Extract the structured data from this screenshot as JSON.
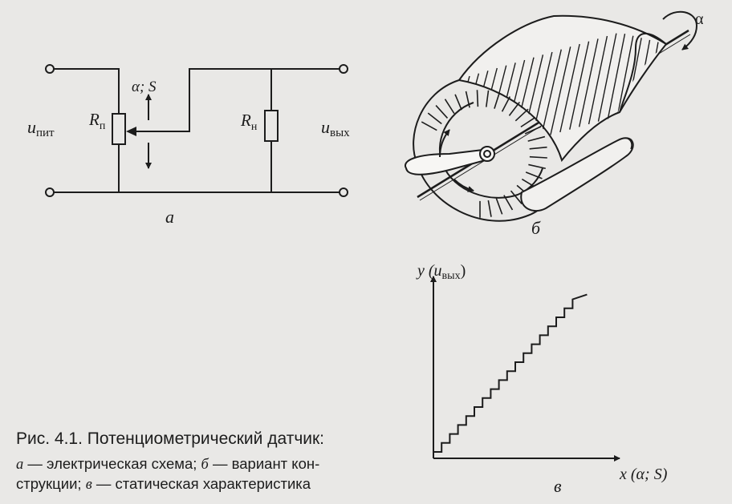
{
  "figure": {
    "circuit": {
      "supply_label": "u",
      "supply_sub": "пит",
      "slider_label": "α; S",
      "pot_label": "R",
      "pot_sub": "п",
      "load_label": "R",
      "load_sub": "н",
      "output_label": "u",
      "output_sub": "вых",
      "panel_letter": "а"
    },
    "construction": {
      "rotation_label": "α",
      "panel_letter": "б"
    },
    "characteristic": {
      "y_axis_label": "y (u",
      "y_axis_sub": "вых",
      "y_axis_close": ")",
      "x_axis_label": "x (α; S)",
      "panel_letter": "в"
    }
  },
  "caption": {
    "title": "Рис. 4.1. Потенциометрический датчик:",
    "line1_a": "а",
    "line1_text": " — электрическая схема; ",
    "line1_b": "б",
    "line1_text2": " — вариант кон-",
    "line2_text": "струкции; ",
    "line2_c": "в",
    "line2_text2": " — статическая характеристика"
  }
}
